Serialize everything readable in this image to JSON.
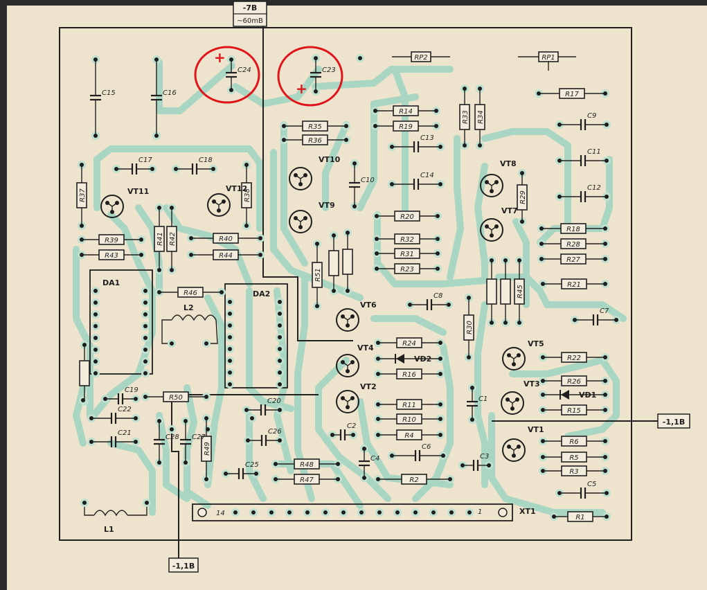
{
  "supply_label": {
    "line1": "-7B",
    "line2": "~60mB"
  },
  "bias_left_label": "-1,1B",
  "bias_right_label": "-1,1B",
  "connector": {
    "name": "XT1",
    "pin_first": "14",
    "pin_last": "1"
  },
  "ic_labels": [
    "DA1",
    "DA2"
  ],
  "inductor_labels": [
    "L1",
    "L2"
  ],
  "trimmer_labels": [
    "RP1",
    "RP2"
  ],
  "transistor_labels": [
    "VT1",
    "VT2",
    "VT3",
    "VT4",
    "VT5",
    "VT6",
    "VT7",
    "VT8",
    "VT9",
    "VT10",
    "VT11",
    "VT12"
  ],
  "diode_labels": [
    "VD1",
    "VD2"
  ],
  "resistor_labels": [
    "R1",
    "R2",
    "R3",
    "R4",
    "R5",
    "R6",
    "R10",
    "R11",
    "R14",
    "R15",
    "R16",
    "R17",
    "R18",
    "R19",
    "R20",
    "R21",
    "R22",
    "R23",
    "R24",
    "R26",
    "R27",
    "R28",
    "R29",
    "R30",
    "R31",
    "R32",
    "R33",
    "R34",
    "R35",
    "R36",
    "R37",
    "R38",
    "R39",
    "R40",
    "R41",
    "R42",
    "R43",
    "R44",
    "R45",
    "R46",
    "R47",
    "R48",
    "R49",
    "R50",
    "R51"
  ],
  "capacitor_labels": [
    "C1",
    "C2",
    "C3",
    "C4",
    "C5",
    "C6",
    "C7",
    "C8",
    "C9",
    "C10",
    "C11",
    "C12",
    "C13",
    "C14",
    "C15",
    "C16",
    "C17",
    "C18",
    "C19",
    "C20",
    "C21",
    "C22",
    "C23",
    "C24",
    "C25",
    "C26",
    "C27",
    "C28"
  ],
  "polarity_marks": [
    "+",
    "+"
  ],
  "colors": {
    "trace": "#a9d6c2",
    "paper": "#eee3cd",
    "highlight": "#e0141b",
    "ink": "#1e1e1e"
  }
}
